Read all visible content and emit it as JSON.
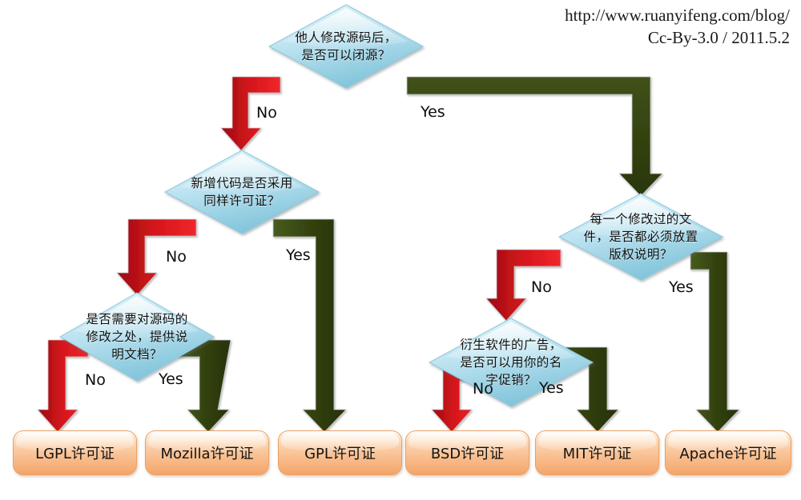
{
  "credit": {
    "line1": "http://www.ruanyifeng.com/blog/",
    "line2": "Cc-By-3.0 / 2011.5.2"
  },
  "colors": {
    "arrow_no": "#c4161c",
    "arrow_no_light": "#ef2027",
    "arrow_yes": "#2f3d12",
    "arrow_yes_light": "#4a5d21",
    "node_fill": "#a9d9e8",
    "box_fill": "#f8bd8d",
    "text": "#111111"
  },
  "nodes": {
    "q1": {
      "text": "他人修改源码后，\n是否可以闭源？"
    },
    "q2": {
      "text": "新增代码是否采用\n同样许可证？"
    },
    "q3": {
      "text": "是否需要对源码的\n修改之处，提供说\n明文档？"
    },
    "q4": {
      "text": "每一个修改过的文\n件，是否都必须放置\n版权说明？"
    },
    "q5": {
      "text": "衍生软件的广告，\n是否可以用你的名\n字促销？"
    }
  },
  "licenses": {
    "lgpl": {
      "label": "LGPL许可证"
    },
    "mozilla": {
      "label": "Mozilla许可证"
    },
    "gpl": {
      "label": "GPL许可证"
    },
    "bsd": {
      "label": "BSD许可证"
    },
    "mit": {
      "label": "MIT许可证"
    },
    "apache": {
      "label": "Apache许可证"
    }
  },
  "edges": {
    "q1_no": {
      "label": "No"
    },
    "q1_yes": {
      "label": "Yes"
    },
    "q2_no": {
      "label": "No"
    },
    "q2_yes": {
      "label": "Yes"
    },
    "q3_no": {
      "label": "No"
    },
    "q3_yes": {
      "label": "Yes"
    },
    "q4_no": {
      "label": "No"
    },
    "q4_yes": {
      "label": "Yes"
    },
    "q5_no": {
      "label": "No"
    },
    "q5_yes": {
      "label": "Yes"
    }
  },
  "chart_data": {
    "type": "diagram",
    "title": "开源许可证选择流程图 (Open Source License Decision Flowchart)",
    "diagram_kind": "decision-flowchart",
    "decision_nodes": [
      {
        "id": "q1",
        "text": "他人修改源码后，是否可以闭源？",
        "no": "q2",
        "yes": "q4"
      },
      {
        "id": "q2",
        "text": "新增代码是否采用同样许可证？",
        "no": "q3",
        "yes": "gpl"
      },
      {
        "id": "q3",
        "text": "是否需要对源码的修改之处，提供说明文档？",
        "no": "lgpl",
        "yes": "mozilla"
      },
      {
        "id": "q4",
        "text": "每一个修改过的文件，是否都必须放置版权说明？",
        "no": "q5",
        "yes": "apache"
      },
      {
        "id": "q5",
        "text": "衍生软件的广告，是否可以用你的名字促销？",
        "no": "bsd",
        "yes": "mit"
      }
    ],
    "terminal_nodes": [
      {
        "id": "lgpl",
        "label": "LGPL许可证"
      },
      {
        "id": "mozilla",
        "label": "Mozilla许可证"
      },
      {
        "id": "gpl",
        "label": "GPL许可证"
      },
      {
        "id": "bsd",
        "label": "BSD许可证"
      },
      {
        "id": "mit",
        "label": "MIT许可证"
      },
      {
        "id": "apache",
        "label": "Apache许可证"
      }
    ],
    "edge_labels": [
      "No",
      "Yes"
    ],
    "edge_colors": {
      "No": "#c4161c",
      "Yes": "#2f3d12"
    }
  }
}
